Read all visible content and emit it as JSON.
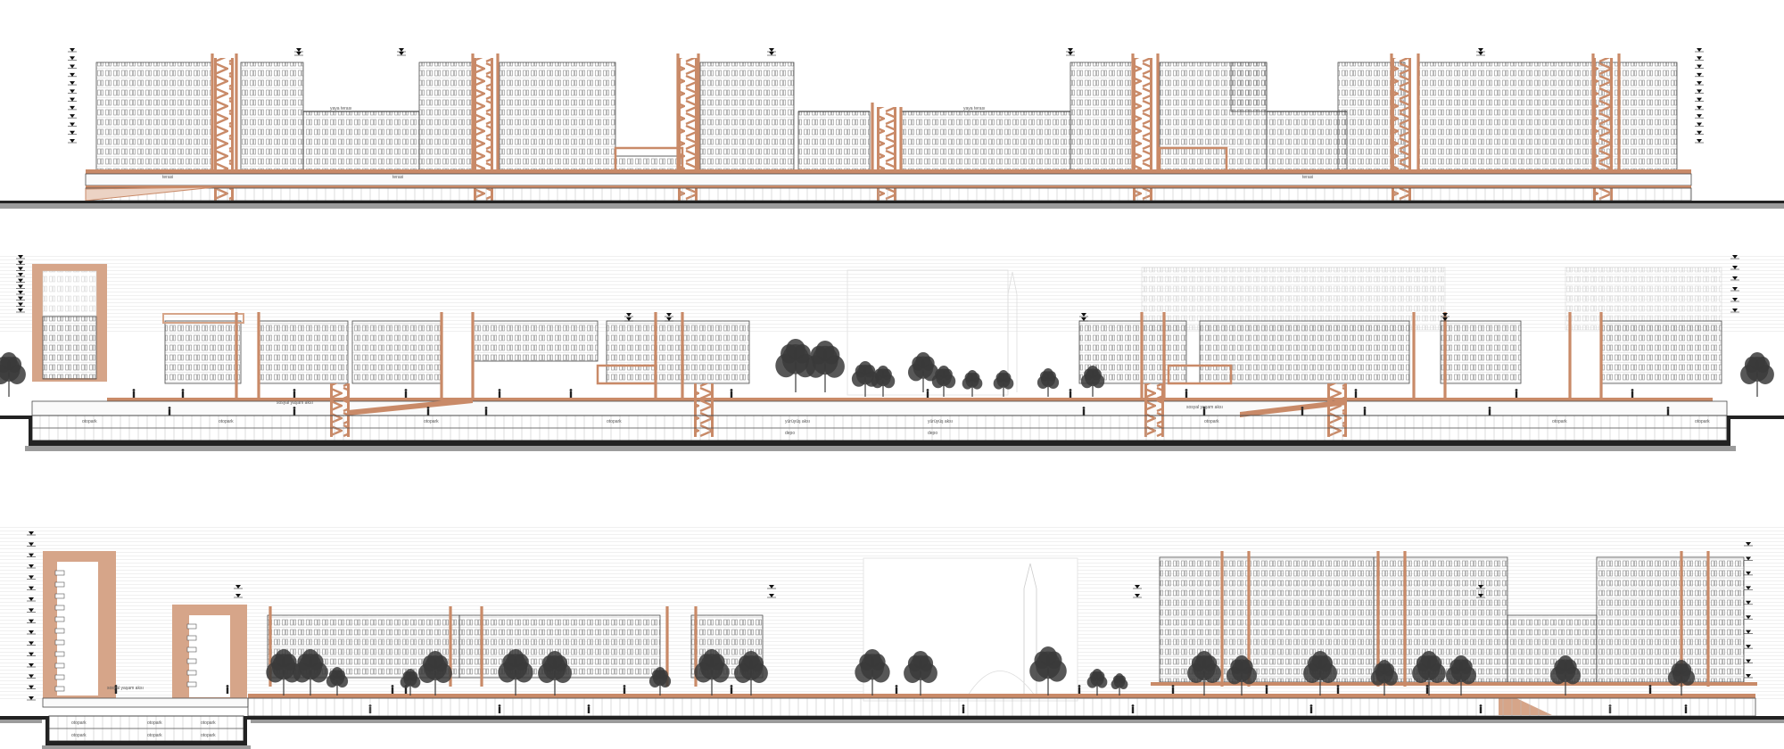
{
  "colors": {
    "accent": "#c98a68",
    "accent_fill": "#d6a589",
    "accent_light": "#ecd3c4",
    "line": "#4a4a4a",
    "thin": "#9a9a9a",
    "ground": "#9b9b9b",
    "tree": "#3a3a3a",
    "sky_hatch": "#e9e9e9"
  },
  "labels": {
    "sec1": {
      "terrace": "terasi",
      "rooftop": "yaya terası"
    },
    "sec2": {
      "square": "sosyal yaşam aksı",
      "parking": "otopark",
      "corridor": "yürüyüş aksı",
      "storage": "depo"
    },
    "sec3": {
      "square": "sosyal yaşam aksı",
      "parking": "otopark"
    }
  },
  "icons": [
    "level-marker-icon",
    "tree-icon",
    "person-icon",
    "stair-icon"
  ]
}
